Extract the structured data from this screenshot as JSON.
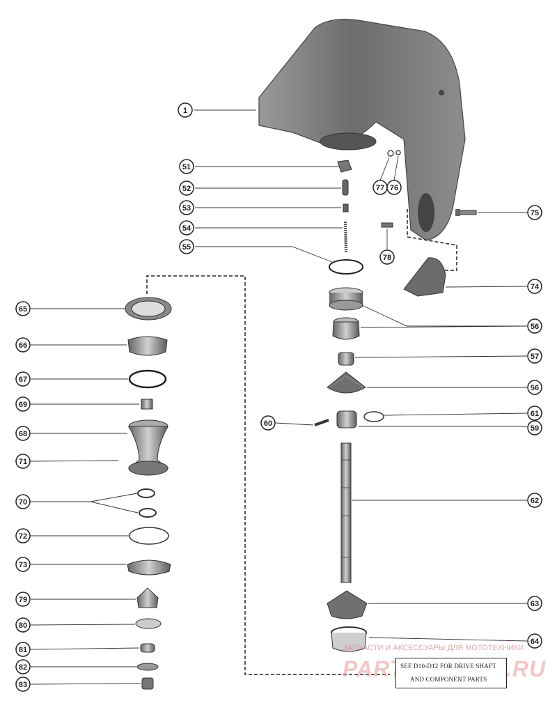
{
  "colors": {
    "ink": "#222222",
    "part_dark": "#555555",
    "part_mid": "#888888",
    "part_light": "#bbbbbb",
    "watermark": "#e08a8a"
  },
  "callouts": [
    {
      "id": "1",
      "label": "1"
    },
    {
      "id": "51",
      "label": "51"
    },
    {
      "id": "52",
      "label": "52"
    },
    {
      "id": "53",
      "label": "53"
    },
    {
      "id": "54",
      "label": "54"
    },
    {
      "id": "55",
      "label": "55"
    },
    {
      "id": "56a",
      "label": "56"
    },
    {
      "id": "57",
      "label": "57"
    },
    {
      "id": "56b",
      "label": "56"
    },
    {
      "id": "60",
      "label": "60"
    },
    {
      "id": "61",
      "label": "61"
    },
    {
      "id": "59",
      "label": "59"
    },
    {
      "id": "62",
      "label": "62"
    },
    {
      "id": "63",
      "label": "63"
    },
    {
      "id": "64",
      "label": "64"
    },
    {
      "id": "65",
      "label": "65"
    },
    {
      "id": "66",
      "label": "66"
    },
    {
      "id": "67",
      "label": "67"
    },
    {
      "id": "69",
      "label": "69"
    },
    {
      "id": "68",
      "label": "68"
    },
    {
      "id": "71",
      "label": "71"
    },
    {
      "id": "70",
      "label": "70"
    },
    {
      "id": "72",
      "label": "72"
    },
    {
      "id": "73",
      "label": "73"
    },
    {
      "id": "79",
      "label": "79"
    },
    {
      "id": "80",
      "label": "80"
    },
    {
      "id": "81",
      "label": "81"
    },
    {
      "id": "82",
      "label": "82"
    },
    {
      "id": "83",
      "label": "83"
    },
    {
      "id": "75",
      "label": "75"
    },
    {
      "id": "74",
      "label": "74"
    },
    {
      "id": "77",
      "label": "77"
    },
    {
      "id": "76",
      "label": "76"
    },
    {
      "id": "78",
      "label": "78"
    }
  ],
  "note": {
    "line1": "SEE D10-D12 FOR DRIVE SHAFT",
    "line2": "AND COMPONENT PARTS"
  },
  "watermark": {
    "tagline": "ЗАПЧАСТИ И АКСЕССУАРЫ ДЛЯ МОТОТЕХНИКИ",
    "logo": "PARTSMOTOR.RU"
  }
}
